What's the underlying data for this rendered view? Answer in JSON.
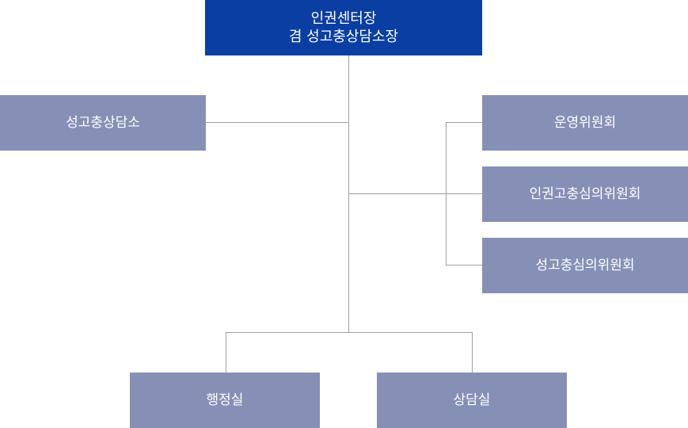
{
  "head": {
    "line1": "인권센터장",
    "line2": "겸 성고충상담소장"
  },
  "left": {
    "label": "성고충상담소"
  },
  "right": [
    {
      "label": "운영위원회"
    },
    {
      "label": "인권고충심의위원회"
    },
    {
      "label": "성고충심의위원회"
    }
  ],
  "bottom": [
    {
      "label": "행정실"
    },
    {
      "label": "상담실"
    }
  ],
  "colors": {
    "head": "#0a3ea2",
    "unit": "#8690b6",
    "line": "#a0a0a0"
  }
}
